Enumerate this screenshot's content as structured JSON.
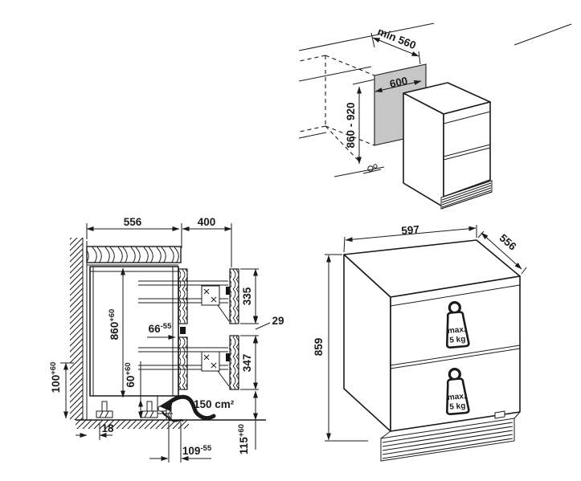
{
  "niche": {
    "depth_min": "min 560",
    "width": "600",
    "height_range": "860 - 920"
  },
  "side": {
    "counter_depth": "556",
    "pullout": "400",
    "height_val": "860",
    "height_tol": "+60",
    "front_gap_val": "66",
    "front_gap_tol": "-55",
    "drawer_top": "335",
    "gap": "29",
    "drawer_bottom": "347",
    "clearance_val": "60",
    "clearance_tol": "+60",
    "wall_clearance_val": "100",
    "wall_clearance_tol": "+60",
    "wall_gap": "18",
    "vent_area": "150 cm²",
    "plinth_recess_val": "109",
    "plinth_recess_tol": "-55",
    "plinth_height_val": "115",
    "plinth_height_tol": "+60"
  },
  "front": {
    "width": "597",
    "depth": "556",
    "height": "859",
    "load_line1": "max.",
    "load_line2": "5 kg"
  },
  "colors": {
    "line": "#1a1a1a",
    "niche_panel": "#c6c6c6"
  }
}
